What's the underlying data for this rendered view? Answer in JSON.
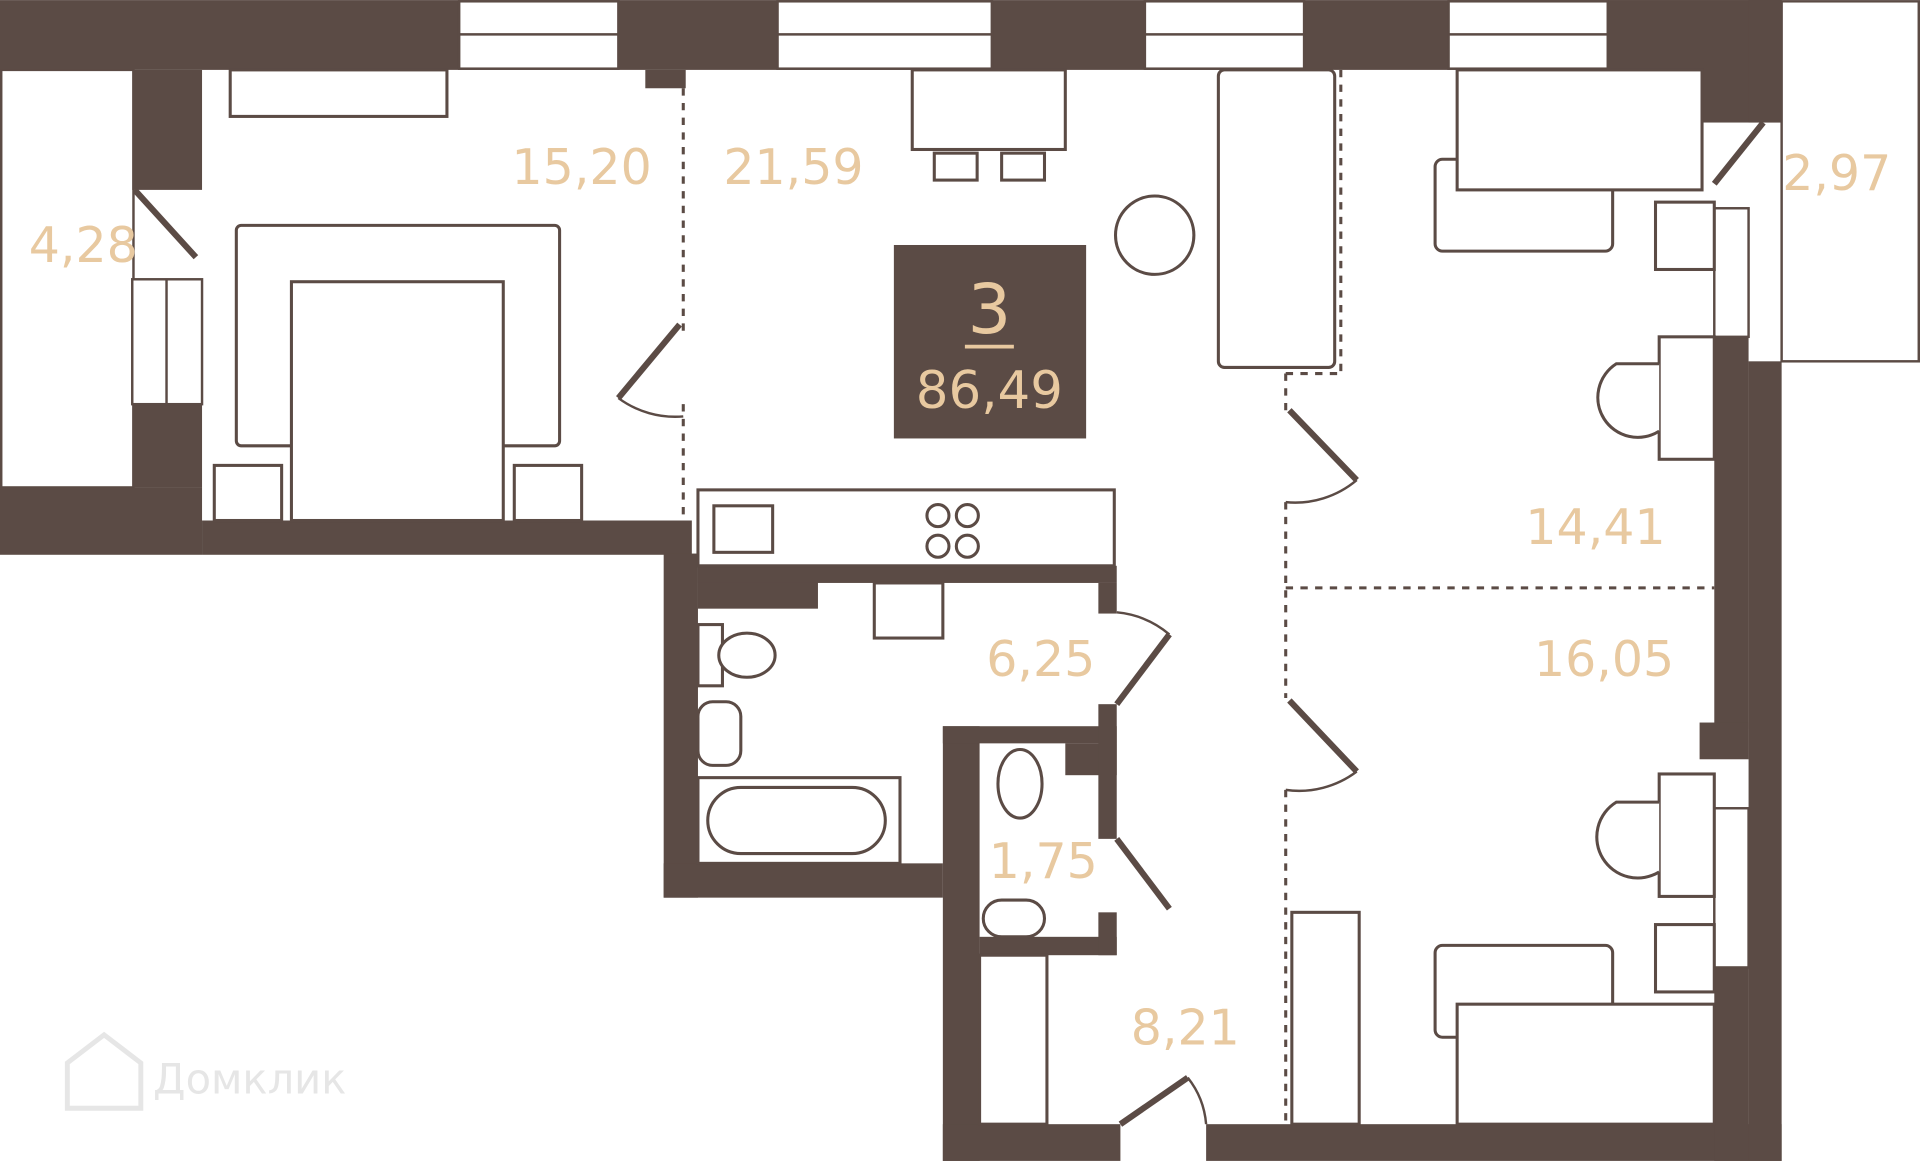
{
  "apartment": {
    "rooms_count": "3",
    "total_area": "86,49"
  },
  "rooms": [
    {
      "id": "balcony-left",
      "area": "4,28"
    },
    {
      "id": "bedroom",
      "area": "15,20"
    },
    {
      "id": "living-kitchen",
      "area": "21,59"
    },
    {
      "id": "balcony-right",
      "area": "2,97"
    },
    {
      "id": "kids-room-1",
      "area": "14,41"
    },
    {
      "id": "bathroom",
      "area": "6,25"
    },
    {
      "id": "kids-room-2",
      "area": "16,05"
    },
    {
      "id": "toilet",
      "area": "1,75"
    },
    {
      "id": "hallway",
      "area": "8,21"
    }
  ],
  "watermark": "Домклик",
  "colors": {
    "wall": "#5b4b45",
    "label": "#e8c9a0"
  }
}
